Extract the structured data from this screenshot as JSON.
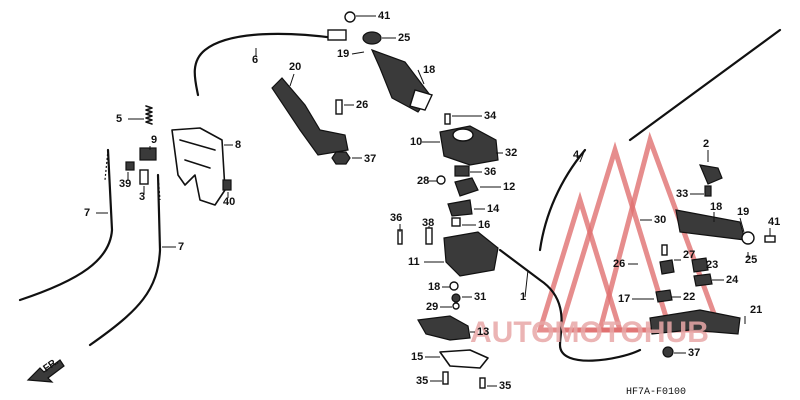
{
  "diagram": {
    "code": "HF7A-F0100",
    "front_label": "FR.",
    "watermark_text": "AUTOMOTOHUB",
    "callouts": [
      "41",
      "25",
      "19",
      "18",
      "6",
      "20",
      "26",
      "5",
      "9",
      "8",
      "39",
      "3",
      "37",
      "40",
      "7",
      "7",
      "34",
      "10",
      "32",
      "28",
      "36",
      "12",
      "14",
      "16",
      "36",
      "38",
      "11",
      "18",
      "31",
      "29",
      "13",
      "15",
      "35",
      "35",
      "1",
      "4",
      "2",
      "33",
      "30",
      "19",
      "41",
      "18",
      "25",
      "26",
      "27",
      "23",
      "24",
      "17",
      "22",
      "21",
      "37"
    ]
  },
  "colors": {
    "line": "#111111",
    "watermark_red": "#e07070"
  }
}
